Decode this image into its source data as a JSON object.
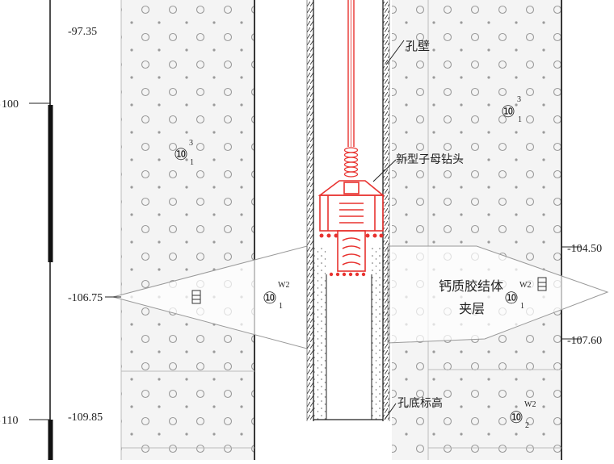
{
  "scale": {
    "left_ticks": [
      {
        "label": "100",
        "value": 100
      },
      {
        "label": "110",
        "value": 110
      }
    ]
  },
  "elevations": {
    "left": [
      "-97.35",
      "-106.75",
      "-109.85"
    ],
    "right": [
      "-104.50",
      "-107.60"
    ]
  },
  "labels": {
    "hole_wall": "孔壁",
    "drill_head": "新型子母钻头",
    "calcium_layer_line1": "钙质胶结体",
    "calcium_layer_line2": "夹层",
    "hole_bottom": "孔底标高"
  },
  "strata": {
    "left_upper": {
      "main": "⑩",
      "sup": "3",
      "sub": "1"
    },
    "left_middle": {
      "main": "⑩",
      "sup": "W2",
      "sub": "1"
    },
    "right_upper": {
      "main": "⑩",
      "sup": "3",
      "sub": "1"
    },
    "right_middle": {
      "main": "⑩",
      "sup": "W2",
      "sub": "1"
    },
    "right_lower": {
      "main": "⑩",
      "sup": "W2",
      "sub": "2"
    }
  },
  "colors": {
    "drill": "#e8322f",
    "line": "#222222",
    "soil_fill": "#f4f4f4",
    "dots": "#9a9a9a"
  }
}
